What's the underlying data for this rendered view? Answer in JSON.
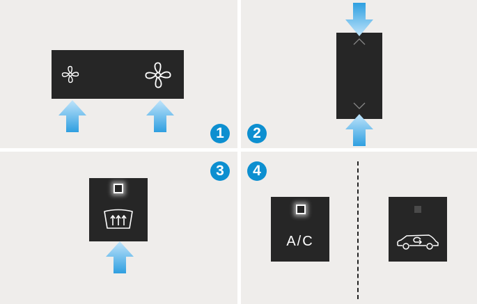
{
  "badges": {
    "one": "1",
    "two": "2",
    "three": "3",
    "four": "4"
  },
  "ac_button": {
    "label": "A/C"
  },
  "colors": {
    "badge": "#0d8fd0",
    "panel": "#262626",
    "arrow_top": "#bfe4fb",
    "arrow_bottom": "#2f9fe0",
    "background": "#efedeb"
  },
  "icons": {
    "fan": "fan-icon",
    "defrost": "rear-defrost-icon",
    "recirc": "air-recirculation-icon",
    "chevron_up": "chevron-up-icon",
    "chevron_down": "chevron-down-icon"
  }
}
